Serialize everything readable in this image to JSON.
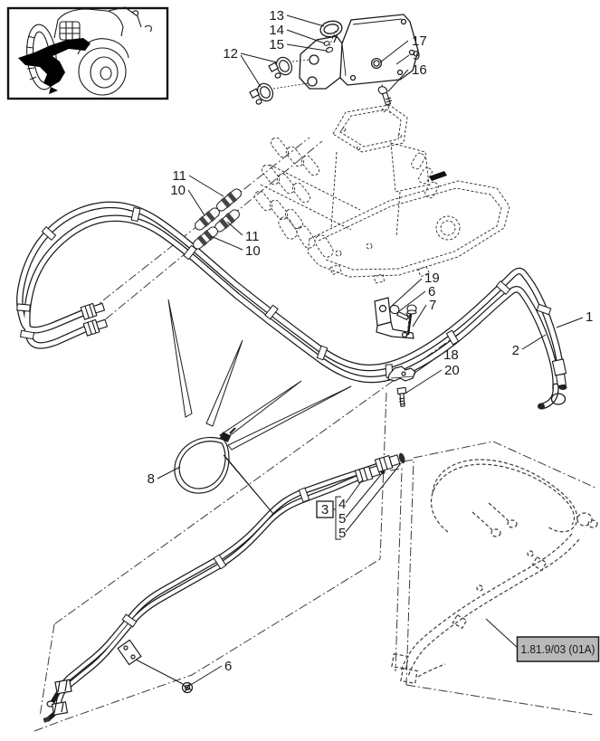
{
  "figure": {
    "type": "parts-exploded-diagram",
    "colors": {
      "background": "#ffffff",
      "line": "#1a1a1a",
      "phantom": "#3c3c3c",
      "reference_box_bg": "#b9b9b9",
      "highlight": "#000000"
    },
    "thumbnail": {
      "icon": "tractor-front-hitch-icon"
    },
    "callouts": {
      "hose_1": "1",
      "hose_2": "2",
      "tube_assembly_3": "3",
      "adapter_4": "4",
      "seal_5_first": "5",
      "seal_5_second": "5",
      "bolt_6_bracket": "6",
      "bolt_6_tube_clamp": "6",
      "stud_7": "7",
      "tie_strap_8": "8",
      "bracket_9": "9",
      "adapter_10_first": "10",
      "adapter_10_second": "10",
      "fitting_11_first": "11",
      "fitting_11_second": "11",
      "cap_12": "12",
      "handle_13": "13",
      "washer_14": "14",
      "washer_15": "15",
      "bolt_16": "16",
      "nut_17": "17",
      "clamp_18": "18",
      "bracket_19": "19",
      "bolt_20": "20"
    },
    "reference_link": {
      "label": "1.81.9/03 (01A)"
    }
  }
}
